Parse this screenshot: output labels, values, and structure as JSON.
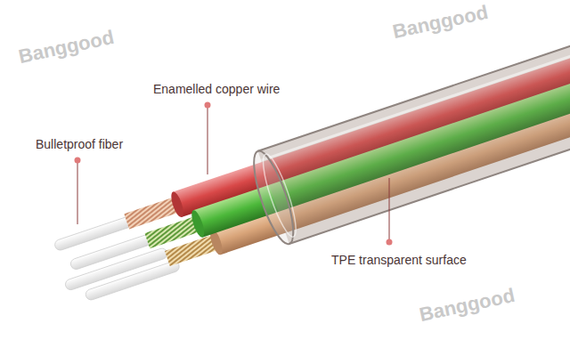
{
  "diagram": {
    "labels": [
      "Enamelled copper wire",
      "Bulletproof fiber",
      "TPE transparent surface",
      "Banggood",
      "Banggood",
      "Banggood"
    ]
  }
}
